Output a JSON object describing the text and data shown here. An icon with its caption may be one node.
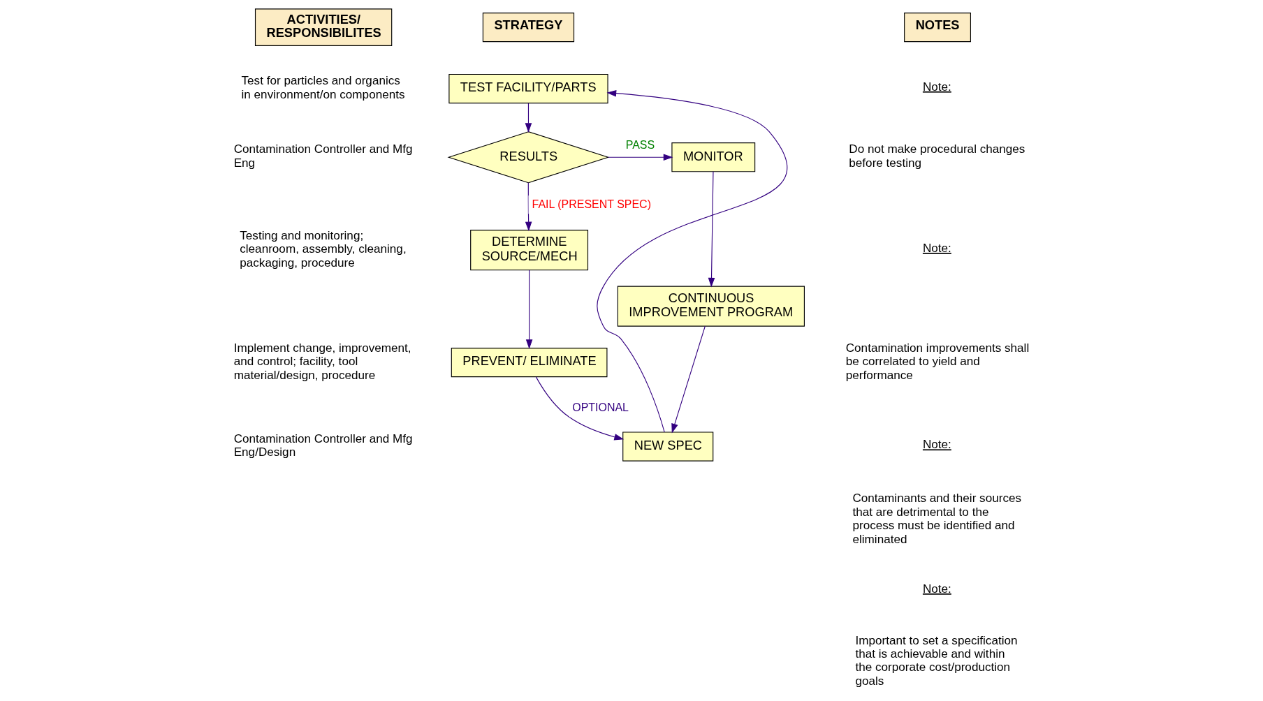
{
  "diagram": {
    "nodes": [
      {
        "text": [
          "ACTIVITIES/ RESPONSIBILITES"
        ]
      },
      {
        "text": [
          "STRATEGY"
        ]
      },
      {
        "text": [
          "NOTES"
        ]
      },
      {
        "text": [
          "TEST FACILITY/PARTS"
        ]
      },
      {
        "text": [
          "RESULTS"
        ]
      },
      {
        "text": [
          "MONITOR"
        ]
      },
      {
        "text": [
          "DETERMINE SOURCE/MECH"
        ]
      },
      {
        "text": [
          "CONTINUOUS IMPROVEMENT PROGRAM"
        ]
      },
      {
        "text": [
          "PREVENT/ ELIMINATE"
        ]
      },
      {
        "text": [
          "NEW SPEC"
        ]
      }
    ],
    "edges": [
      {
        "from": 3,
        "to": 4,
        "arrow": "to"
      },
      {
        "from": 4,
        "to": 5,
        "arrow": "to",
        "label": "PASS"
      },
      {
        "from": 4,
        "to": 6,
        "arrow": "to",
        "label": "FAIL (PRESENT SPEC)"
      },
      {
        "from": 5,
        "to": 7,
        "arrow": "to"
      },
      {
        "from": 6,
        "to": 8,
        "arrow": "to"
      },
      {
        "from": 8,
        "to": 9,
        "arrow": "to",
        "label": "OPTIONAL"
      },
      {
        "from": 7,
        "to": 9,
        "arrow": "to"
      },
      {
        "from": 9,
        "to": 3,
        "arrow": "to"
      }
    ],
    "labels": [
      "Test for particles and organics in environment/on components",
      "Contamination Controller and Mfg Eng",
      "Testing and monitoring; cleanroom, assembly, cleaning, packaging, procedure",
      "Implement change, improvement, and control; facility, tool material/design, procedure",
      "Contamination Controller and Mfg Eng/Design",
      "Note:",
      "Do not make procedural changes before testing",
      "Note:",
      "Contamination improvements shall be correlated to yield and performance",
      "Note:",
      "Contaminants and their sources that are detrimental to the process must be identified and eliminated",
      "Note:",
      "Important to set a specification that is achievable and within the corporate cost/production goals"
    ]
  }
}
